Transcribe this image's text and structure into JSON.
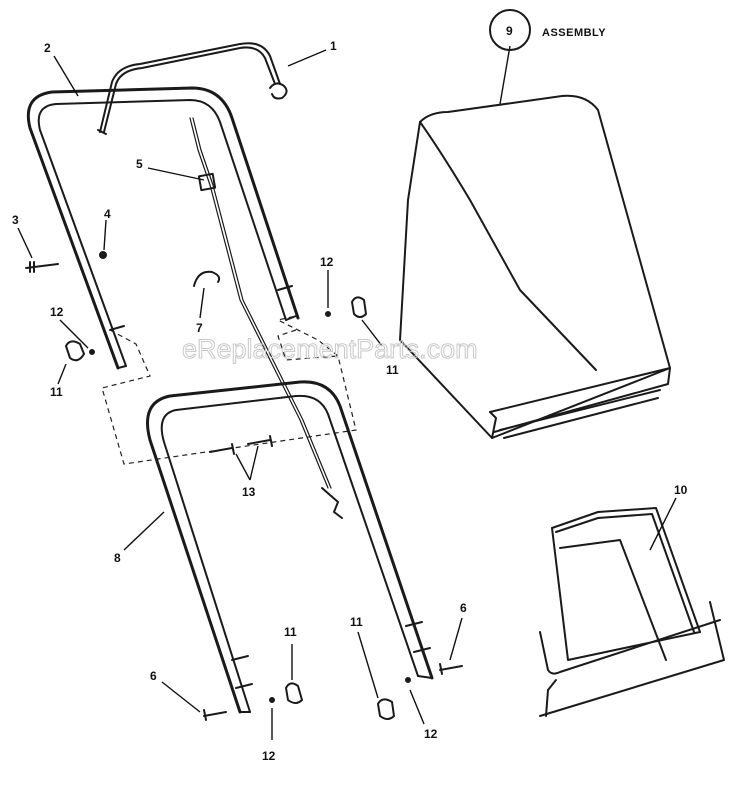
{
  "callouts": {
    "p1": "1",
    "p2": "2",
    "p3": "3",
    "p4": "4",
    "p5": "5",
    "p6a": "6",
    "p6b": "6",
    "p7": "7",
    "p8": "8",
    "p9": "9",
    "p10": "10",
    "p11a": "11",
    "p11b": "11",
    "p11c": "11",
    "p11d": "11",
    "p12a": "12",
    "p12b": "12",
    "p12c": "12",
    "p12d": "12",
    "p13": "13"
  },
  "assembly_label": "ASSEMBLY",
  "watermark": "eReplacementParts.com"
}
